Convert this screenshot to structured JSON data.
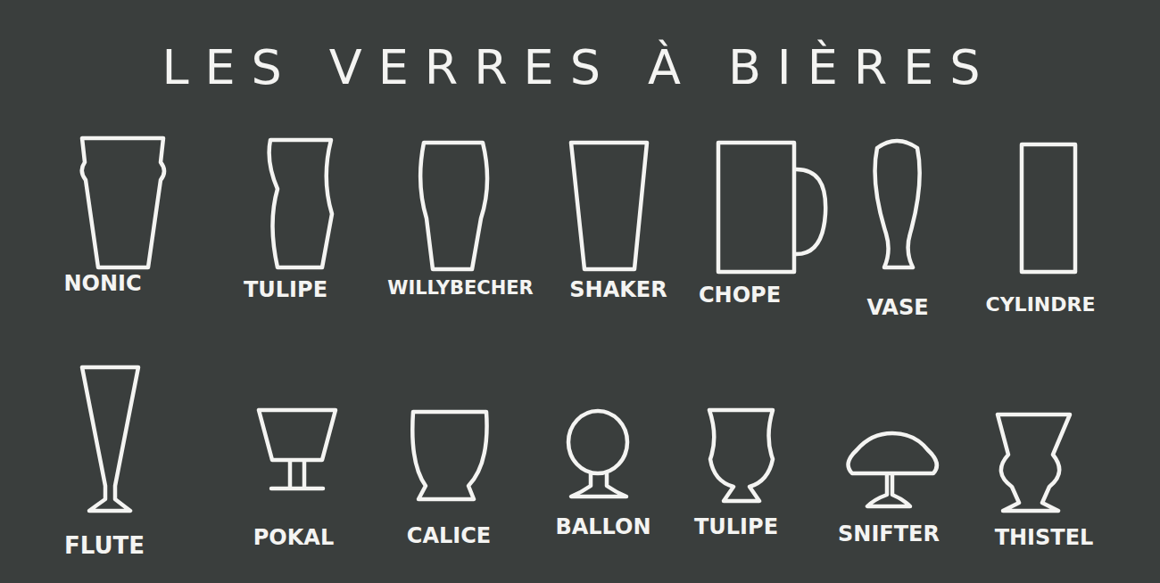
{
  "diagram": {
    "title": "LES VERRES À BIÈRES",
    "labels": [
      "NONIC",
      "TULIPE",
      "WILLYBECHER",
      "SHAKER",
      "CHOPE",
      "VASE",
      "CYLINDRE",
      "FLUTE",
      "POKAL",
      "CALICE",
      "BALLON",
      "TULIPE",
      "SNIFTER",
      "THISTEL"
    ]
  }
}
